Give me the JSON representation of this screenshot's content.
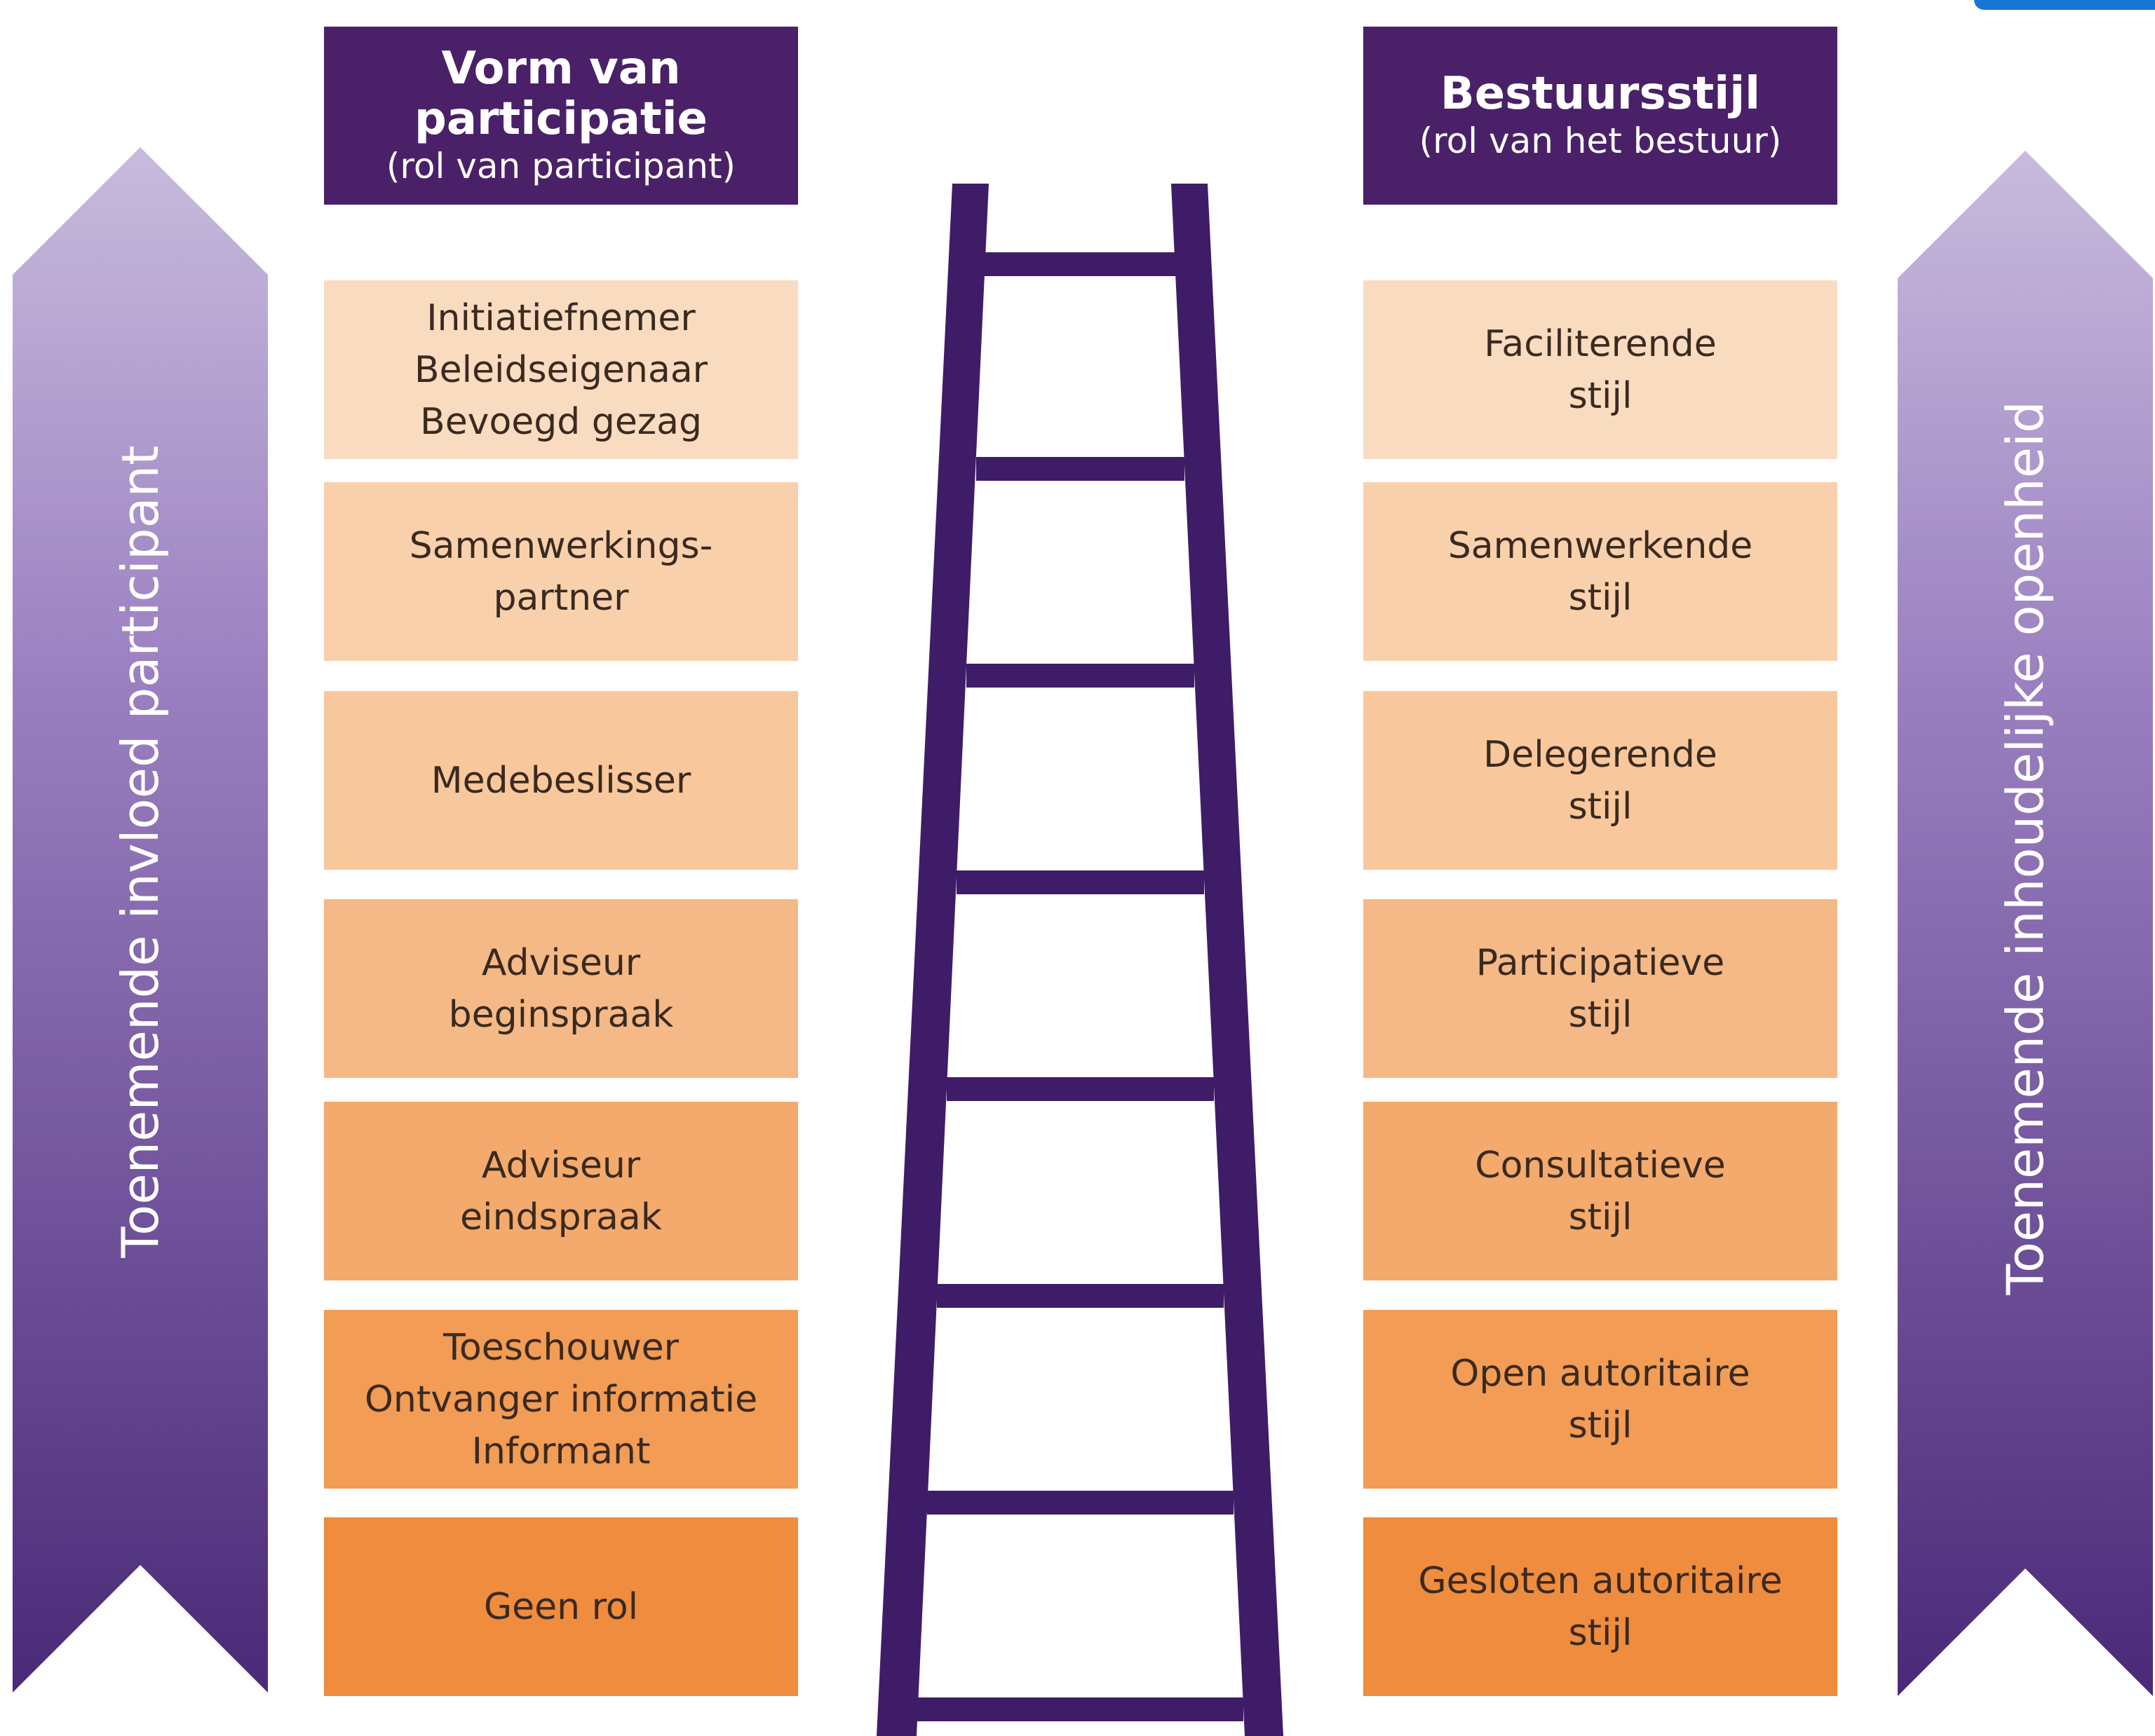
{
  "left_header": {
    "title_line1": "Vorm van",
    "title_line2": "participatie",
    "subtitle": "(rol van participant)"
  },
  "right_header": {
    "title": "Bestuursstijl",
    "subtitle": "(rol van het bestuur)"
  },
  "left_arrow_label": "Toenemende invloed participant",
  "right_arrow_label": "Toenemende inhoudelijke openheid",
  "participation_roles": [
    {
      "lines": [
        "Initiatiefnemer",
        "Beleidseigenaar",
        "Bevoegd gezag"
      ]
    },
    {
      "lines": [
        "Samenwerkings-",
        "partner"
      ]
    },
    {
      "lines": [
        "Medebeslisser"
      ]
    },
    {
      "lines": [
        "Adviseur",
        "beginspraak"
      ]
    },
    {
      "lines": [
        "Adviseur",
        "eindspraak"
      ]
    },
    {
      "lines": [
        "Toeschouwer",
        "Ontvanger informatie",
        "Informant"
      ]
    },
    {
      "lines": [
        "Geen rol"
      ]
    }
  ],
  "governance_styles": [
    {
      "lines": [
        "Faciliterende",
        "stijl"
      ]
    },
    {
      "lines": [
        "Samenwerkende",
        "stijl"
      ]
    },
    {
      "lines": [
        "Delegerende",
        "stijl"
      ]
    },
    {
      "lines": [
        "Participatieve",
        "stijl"
      ]
    },
    {
      "lines": [
        "Consultatieve",
        "stijl"
      ]
    },
    {
      "lines": [
        "Open autoritaire",
        "stijl"
      ]
    },
    {
      "lines": [
        "Gesloten autoritaire",
        "stijl"
      ]
    }
  ],
  "colors": {
    "purple_dark": "#4a2168",
    "ladder": "#3f1c68",
    "arrow_top": "#c6b8dc",
    "arrow_bottom": "#4a2a78",
    "box_shades": [
      "#f9dcc0",
      "#f8d1ac",
      "#f8c89c",
      "#f5b987",
      "#f3aa6c",
      "#f29c55",
      "#ef8c3e"
    ]
  }
}
